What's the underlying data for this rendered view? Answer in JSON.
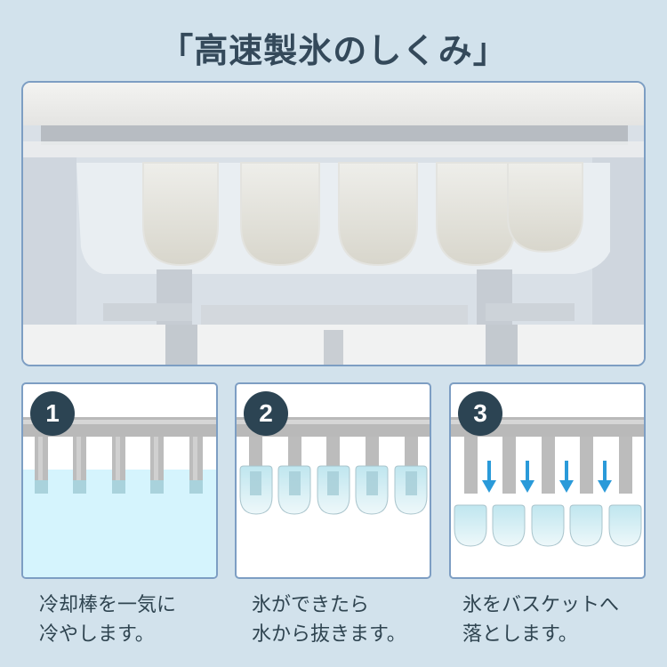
{
  "title": "「高速製氷のしくみ」",
  "photo": {
    "alt": "ice-maker-interior-with-cooling-rods"
  },
  "steps": [
    {
      "number": "1",
      "line1": "冷却棒を一気に",
      "line2": "冷やします。"
    },
    {
      "number": "2",
      "line1": "氷ができたら",
      "line2": "水から抜きます。"
    },
    {
      "number": "3",
      "line1": "氷をバスケットへ",
      "line2": "落とします。"
    }
  ],
  "colors": {
    "background": "#d2e2ec",
    "border": "#7d9ec3",
    "badge": "#2c4453",
    "water": "#d5f4fd",
    "arrow": "#2a9ad9",
    "rod": "#b7b7b7"
  }
}
